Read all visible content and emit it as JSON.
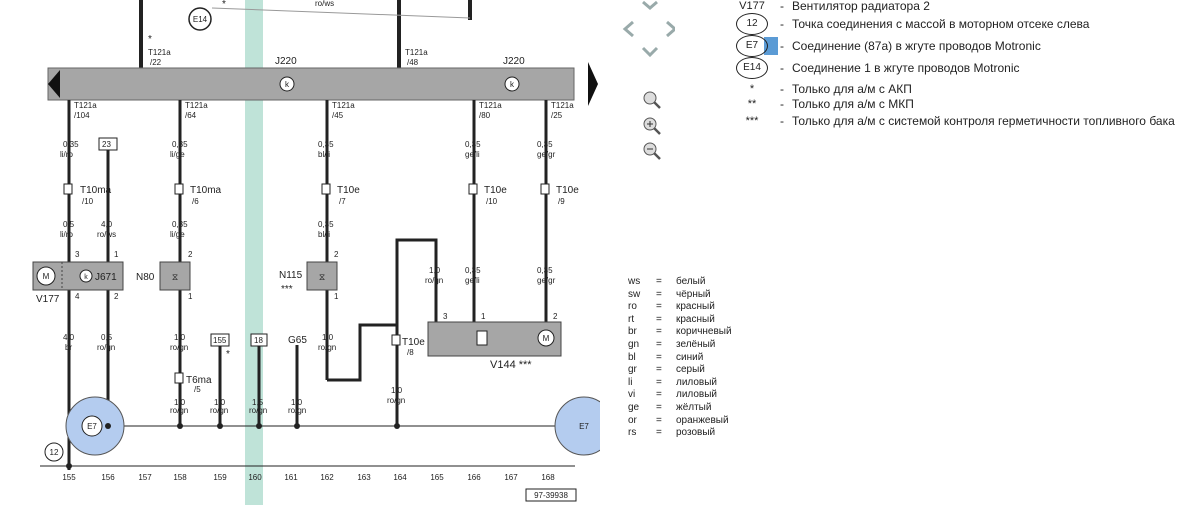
{
  "relay_label": "J220",
  "relay_label_2": "J220",
  "top": {
    "e14": "E14",
    "star": "*",
    "ro_ws": "ro/ws",
    "t121_22": "T121a",
    "t121_22b": "/22",
    "t121_48": "T121a",
    "t121_48b": "/48"
  },
  "wires": [
    {
      "conn": "T121a",
      "pin": "/104",
      "gauge": "0,35",
      "color": "li/ro",
      "plug": "T10ma",
      "plugpin": "/10",
      "gauge2": "0,5",
      "color2": "li/ro"
    },
    {
      "conn": "T121a",
      "pin": "/64",
      "gauge": "0,35",
      "color": "li/ge",
      "plug": "T10ma",
      "plugpin": "/6",
      "gauge2": "0,35",
      "color2": "li/ge"
    },
    {
      "conn": "T121a",
      "pin": "/45",
      "gauge": "0,35",
      "color": "bl/li",
      "plug": "T10e",
      "plugpin": "/7",
      "gauge2": "0,35",
      "color2": "bl/li"
    },
    {
      "conn": "T121a",
      "pin": "/80",
      "gauge": "0,35",
      "color": "ge/li",
      "plug": "T10e",
      "plugpin": "/10",
      "gauge2": "0,35",
      "color2": "ge/li"
    },
    {
      "conn": "T121a",
      "pin": "/25",
      "gauge": "0,35",
      "color": "ge/gr",
      "plug": "T10e",
      "plugpin": "/9",
      "gauge2": "0,35",
      "color2": "ge/gr"
    }
  ],
  "misc": {
    "ref23": "23",
    "g40": "4,0",
    "c40": "ro/ws",
    "p3": "3",
    "p1": "1",
    "p2": "2",
    "p4": "4",
    "v177": "V177",
    "j671": "J671",
    "n80": "N80",
    "n115": "N115",
    "stars3": "***",
    "g10": "1,0",
    "c10": "ro/gn",
    "c10b": "ro/gn",
    "g40b": "4,0",
    "cbr": "br",
    "g05": "0,5",
    "c05": "ro/gn",
    "t6ma": "T6ma",
    "t6p": "/5",
    "ref155": "155",
    "ref18": "18",
    "g65": "G65",
    "t10e8": "T10e",
    "t10p8": "/8",
    "g15": "1,5",
    "v144": "V144 ***",
    "e7": "E7",
    "e7b": "E7",
    "c12": "12",
    "code": "97-39938"
  },
  "grid_numbers": [
    "155",
    "156",
    "157",
    "158",
    "159",
    "160",
    "161",
    "162",
    "163",
    "164",
    "165",
    "166",
    "167",
    "168"
  ],
  "legend": [
    {
      "sym": "V177",
      "text": "Вентилятор радиатора 2"
    },
    {
      "sym": "12",
      "text": "Точка соединения с массой в моторном отсеке слева"
    },
    {
      "sym": "E7",
      "text": "Соединение (87a) в жгуте проводов Motronic"
    },
    {
      "sym": "E14",
      "text": "Соединение 1 в жгуте проводов Motronic"
    },
    {
      "sym": "*",
      "text": "Только для а/м с АКП"
    },
    {
      "sym": "**",
      "text": "Только для а/м с МКП"
    },
    {
      "sym": "***",
      "text": "Только для а/м с системой контроля герметичности топливного бака"
    }
  ],
  "legend_dash": "-",
  "colors": [
    {
      "code": "ws",
      "name": "белый"
    },
    {
      "code": "sw",
      "name": "чёрный"
    },
    {
      "code": "ro",
      "name": "красный"
    },
    {
      "code": "rt",
      "name": "красный"
    },
    {
      "code": "br",
      "name": "коричневый"
    },
    {
      "code": "gn",
      "name": "зелёный"
    },
    {
      "code": "bl",
      "name": "синий"
    },
    {
      "code": "gr",
      "name": "серый"
    },
    {
      "code": "li",
      "name": "лиловый"
    },
    {
      "code": "vi",
      "name": "лиловый"
    },
    {
      "code": "ge",
      "name": "жёлтый"
    },
    {
      "code": "or",
      "name": "оранжевый"
    },
    {
      "code": "rs",
      "name": "розовый"
    }
  ],
  "color_eq": "="
}
